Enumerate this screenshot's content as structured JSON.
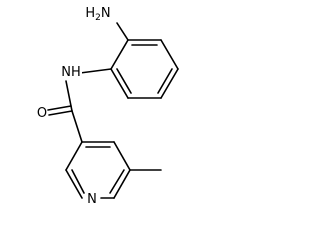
{
  "molecule": {
    "atoms": {
      "amine": {
        "symbol": "H",
        "subscript": "2",
        "suffix": "N"
      },
      "amide_nh": {
        "symbol": "NH"
      },
      "carbonyl_o": {
        "symbol": "O"
      },
      "pyridine_n": {
        "symbol": "N"
      }
    },
    "colors": {
      "bond": "#000000",
      "label": "#000000",
      "background": "#ffffff"
    }
  }
}
